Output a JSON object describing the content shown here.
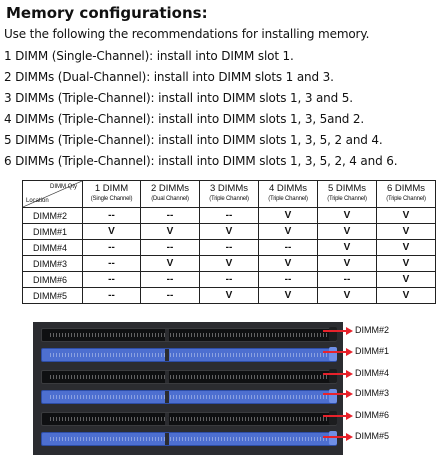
{
  "title": "Memory configurations:",
  "intro": "Use the following the recommendations for installing memory.",
  "lines": [
    "1 DIMM (Single-Channel):  install into DIMM slot 1.",
    "2 DIMMs (Dual-Channel):  install into DIMM slots 1 and 3.",
    "3 DIMMs (Triple-Channel): install into DIMM slots 1, 3 and 5.",
    "4 DIMMs (Triple-Channel): install into DIMM slots 1, 3, 5and 2.",
    "5 DIMMs (Triple-Channel): install into DIMM slots 1, 3, 5, 2 and 4.",
    "6 DIMMs (Triple-Channel): install into DIMM slots 1, 3, 5, 2, 4 and 6."
  ],
  "table": {
    "corner_top": "DIMM Qty",
    "corner_bottom": "Location",
    "columns": [
      {
        "count": "1 DIMM",
        "mode": "(Single Channel)"
      },
      {
        "count": "2 DIMMs",
        "mode": "(Dual Channel)"
      },
      {
        "count": "3 DIMMs",
        "mode": "(Triple Channel)"
      },
      {
        "count": "4 DIMMs",
        "mode": "(Triple Channel)"
      },
      {
        "count": "5 DIMMs",
        "mode": "(Triple Channel)"
      },
      {
        "count": "6 DIMMs",
        "mode": "(Triple Channel)"
      }
    ],
    "rows": [
      {
        "location": "DIMM#2",
        "cells": [
          "--",
          "--",
          "--",
          "V",
          "V",
          "V"
        ]
      },
      {
        "location": "DIMM#1",
        "cells": [
          "V",
          "V",
          "V",
          "V",
          "V",
          "V"
        ]
      },
      {
        "location": "DIMM#4",
        "cells": [
          "--",
          "--",
          "--",
          "--",
          "V",
          "V"
        ]
      },
      {
        "location": "DIMM#3",
        "cells": [
          "--",
          "V",
          "V",
          "V",
          "V",
          "V"
        ]
      },
      {
        "location": "DIMM#6",
        "cells": [
          "--",
          "--",
          "--",
          "--",
          "--",
          "V"
        ]
      },
      {
        "location": "DIMM#5",
        "cells": [
          "--",
          "--",
          "V",
          "V",
          "V",
          "V"
        ]
      }
    ]
  },
  "slot_labels": [
    "DIMM#2",
    "DIMM#1",
    "DIMM#4",
    "DIMM#3",
    "DIMM#6",
    "DIMM#5"
  ],
  "colors": {
    "slot_black": "#0f1012",
    "slot_blue": "#4d6fd0",
    "arrow": "#e8222b"
  }
}
